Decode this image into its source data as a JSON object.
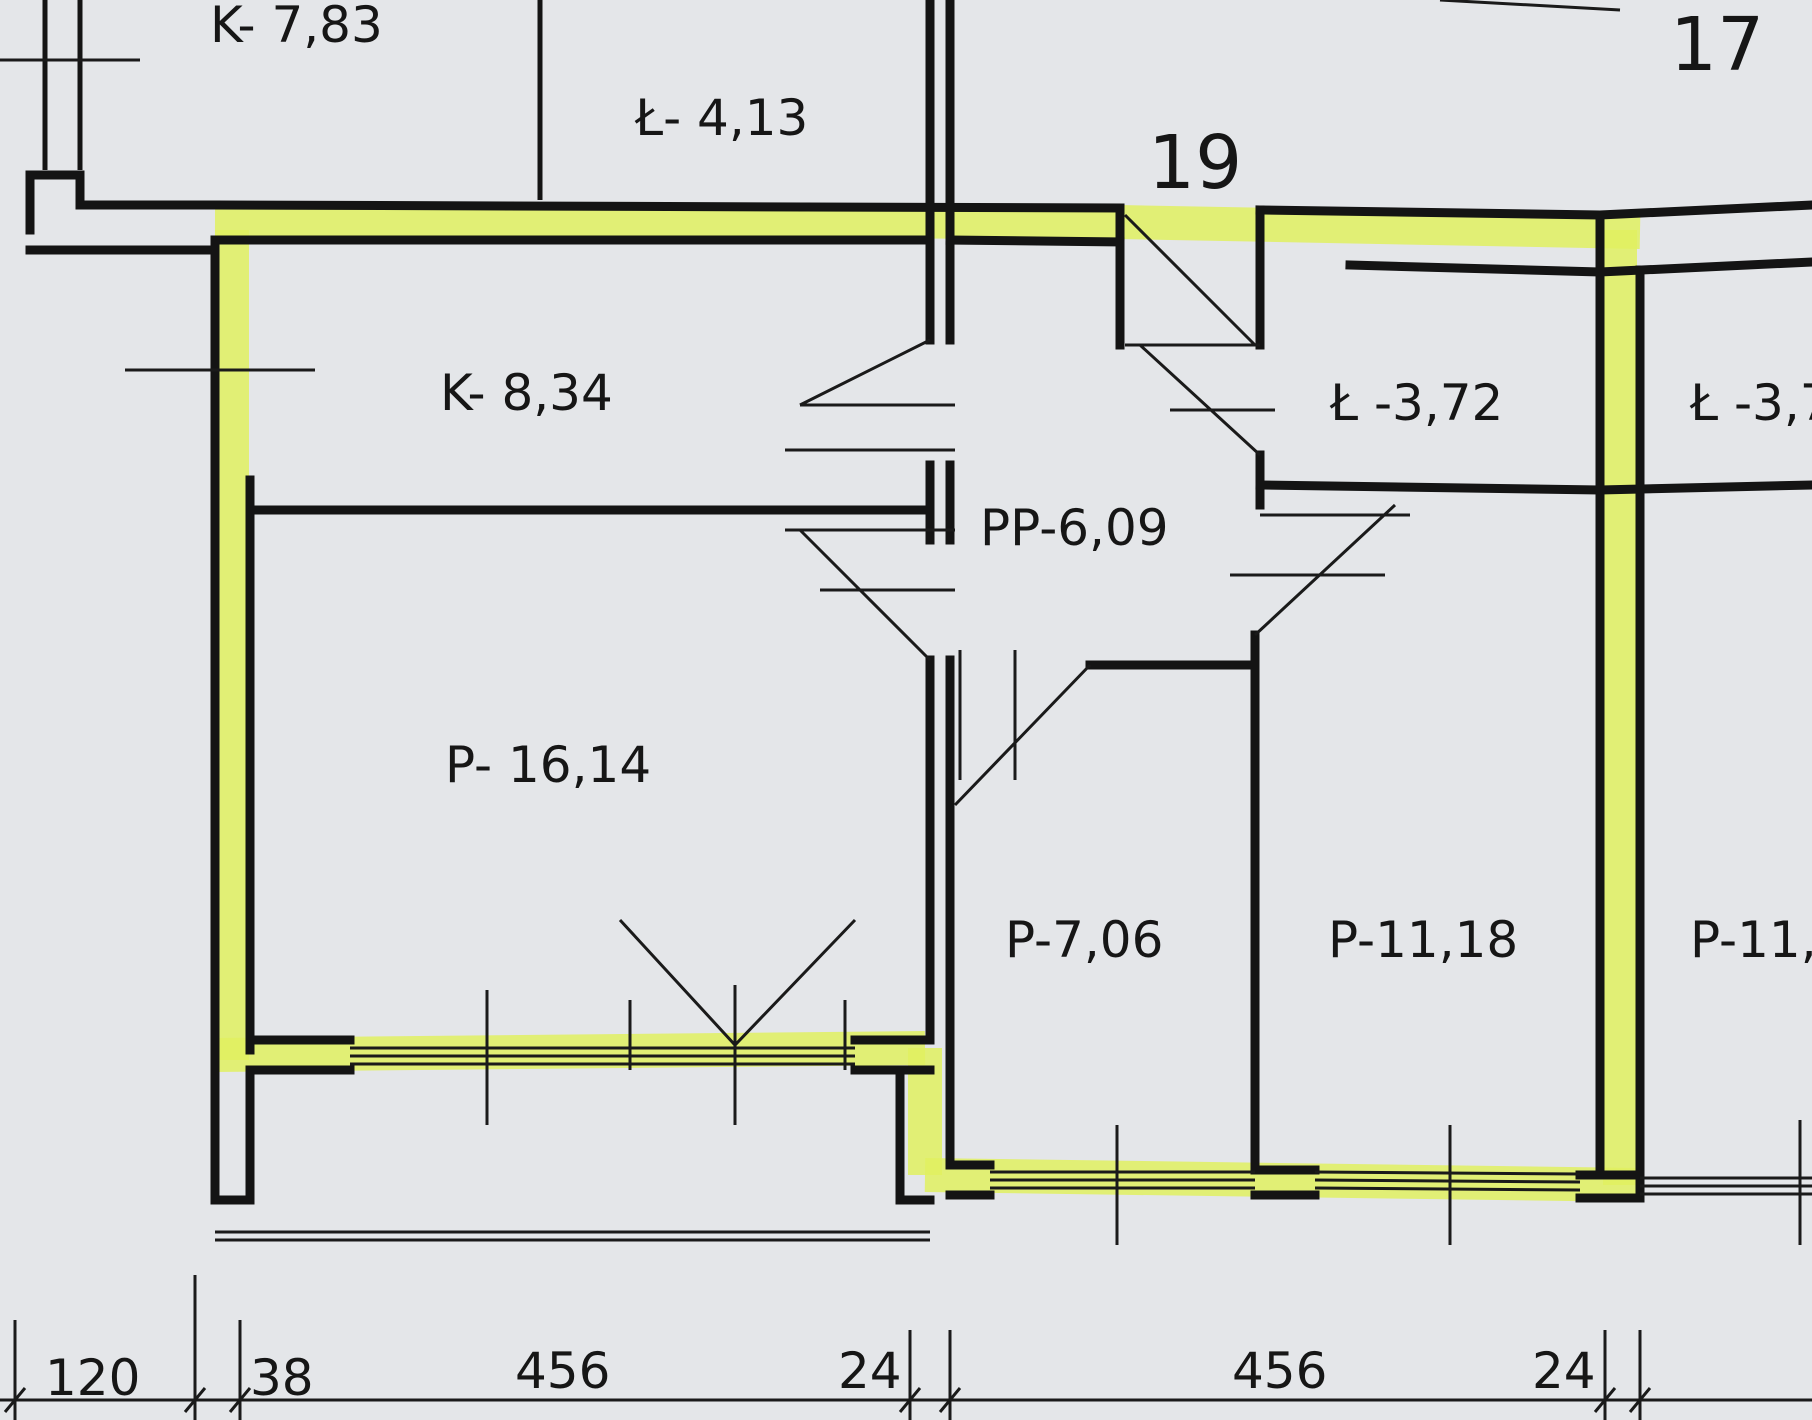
{
  "plan": {
    "unit_numbers": {
      "main": "19",
      "neighbor": "17"
    },
    "rooms": [
      {
        "id": "k-top",
        "label": "K- 7,83"
      },
      {
        "id": "bath-top",
        "label": "Ł- 4,13"
      },
      {
        "id": "k",
        "label": "K- 8,34"
      },
      {
        "id": "bath",
        "label": "Ł -3,72"
      },
      {
        "id": "bath-right",
        "label": "Ł -3,7"
      },
      {
        "id": "pp",
        "label": "PP-6,09"
      },
      {
        "id": "p-large",
        "label": "P- 16,14"
      },
      {
        "id": "p-small",
        "label": "P-7,06"
      },
      {
        "id": "p-mid",
        "label": "P-11,18"
      },
      {
        "id": "p-right",
        "label": "P-11,"
      }
    ],
    "dimensions": [
      "120",
      "38",
      "456",
      "24",
      "456",
      "24"
    ],
    "highlight_color": "#e0f060",
    "line_color": "#141414",
    "paper_color": "#e4e6e9"
  }
}
